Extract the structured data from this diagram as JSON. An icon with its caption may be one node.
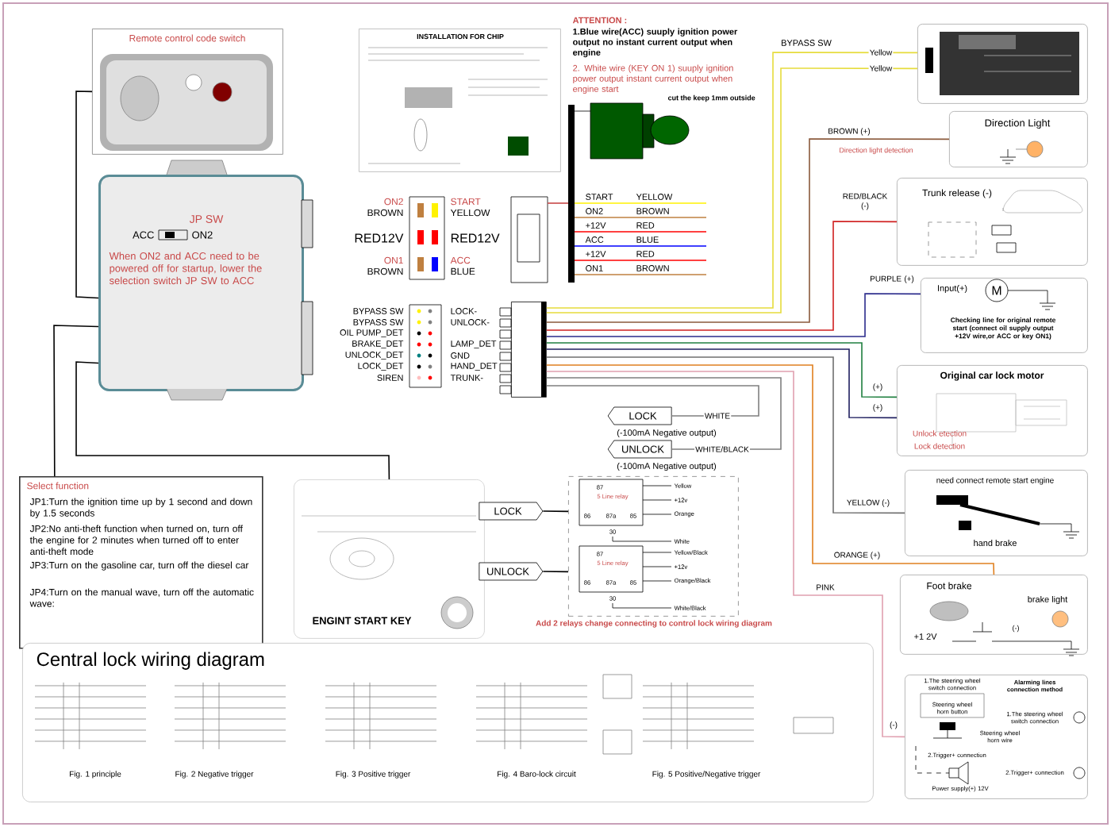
{
  "diagram": {
    "nodes": [
      {
        "text": [
          "Remote control code switch"
        ]
      },
      {
        "text": [
          "INSTALLATION FOR CHIP"
        ]
      },
      {
        "text": [],
        "shape": "picture"
      },
      {
        "text": [
          "JP SW",
          "ACC",
          "ON2",
          "When ON2 and ACC need to be powered off for startup, lower the selection switch JP SW to ACC"
        ]
      },
      {
        "text": [],
        "shape": "box"
      },
      {
        "text": [
          "Direction Light"
        ]
      },
      {
        "text": [
          "Trunk release (-)"
        ]
      },
      {
        "text": [
          "Input(+)",
          "M",
          "Checking line for original remote start (connect oil supply output +12V wire,or ACC or key ON1)"
        ]
      },
      {
        "text": [
          "Original car lock motor"
        ]
      },
      {
        "text": [
          "need connect remote start engine",
          "hand brake"
        ]
      },
      {
        "text": [
          "LOCK"
        ]
      },
      {
        "text": [
          "UNLOCK"
        ]
      },
      {
        "text": [
          "Foot brake",
          "brake light",
          "+1 2V",
          "(-)"
        ]
      },
      {
        "text": [
          "Select function",
          "JP1:Turn the ignition time up by 1 second and down by 1.5 seconds",
          "JP2:No anti-theft function when turned on, turn off the engine for 2 minutes when turned off to enter anti-theft mode",
          "JP3:Turn on the gasoline car, turn off the diesel car",
          "JP4:Turn on the manual wave, turn off the automatic wave:"
        ]
      },
      {
        "text": [
          "ENGINT START KEY"
        ]
      },
      {
        "text": [
          "LOCK"
        ]
      },
      {
        "text": [
          "UNLOCK"
        ]
      },
      {
        "text": [
          "87",
          "Yellow",
          "5 Line relay",
          "86",
          "87a",
          "85",
          "+12v",
          "Orange",
          "30",
          "White",
          "87",
          "Yellow/Black",
          "5 Line relay",
          "86",
          "87a",
          "85",
          "+12v",
          "Orange/Black",
          "30",
          "White/Black"
        ]
      },
      {
        "text": [
          "1.The steering wheel switch connection",
          "Steering wheel horn button",
          "Steering wheel horn wire",
          "2.Trigger+ connection",
          "Power supply(+) 12V",
          "Alarming lines connection method",
          "1.The steering wheel switch connection",
          "2.Trigger+ connection"
        ]
      },
      {
        "text": [
          "Central lock wiring diagram",
          "Fig. 1 principle",
          "Fig. 2 Negative trigger",
          "Fig. 3 Positive trigger",
          "Fig. 4 Baro-lock circuit",
          "Fig. 5 Positive/Negative trigger"
        ]
      }
    ],
    "edges": [
      {
        "from": 4,
        "to": 2,
        "arrow": "none",
        "label": "Yellow",
        "color": "#e6dc3c"
      },
      {
        "from": 4,
        "to": 2,
        "arrow": "none",
        "label": "Yellow",
        "color": "#e6dc3c"
      },
      {
        "from": 4,
        "to": 5,
        "arrow": "none",
        "label": "BROWN (+)",
        "color": "#8b5a3c"
      },
      {
        "from": 4,
        "to": 6,
        "arrow": "none",
        "label": "RED/BLACK (-)",
        "color": "#d02020"
      },
      {
        "from": 4,
        "to": 7,
        "arrow": "none",
        "label": "PURPLE (+)",
        "color": "#2c2c8c"
      },
      {
        "from": 4,
        "to": 8,
        "arrow": "none",
        "label": "(+)",
        "color": "#208040"
      },
      {
        "from": 4,
        "to": 8,
        "arrow": "none",
        "label": "(+)",
        "color": "#202060"
      },
      {
        "from": 4,
        "to": 9,
        "arrow": "none",
        "label": "YELLOW (-)",
        "color": "#707070"
      },
      {
        "from": 4,
        "to": 12,
        "arrow": "none",
        "label": "ORANGE (+)",
        "color": "#e08020"
      },
      {
        "from": 4,
        "to": 18,
        "arrow": "none",
        "label": "PINK",
        "color": "#e0a0b0"
      },
      {
        "from": 4,
        "to": 10,
        "arrow": "none",
        "label": "WHITE",
        "color": "#808080"
      },
      {
        "from": 4,
        "to": 11,
        "arrow": "none",
        "label": "WHITE/BLACK",
        "color": "#808080"
      },
      {
        "from": 3,
        "to": 0,
        "arrow": "none"
      },
      {
        "from": 3,
        "to": 13,
        "arrow": "none"
      },
      {
        "from": 3,
        "to": 14,
        "arrow": "none"
      },
      {
        "from": 15,
        "to": 17,
        "arrow": "none"
      },
      {
        "from": 16,
        "to": 17,
        "arrow": "none"
      }
    ],
    "labels": [
      "ATTENTION :",
      "1.Blue wire(ACC) suuply ignition power output no instant current output when engine",
      "2. White wire (KEY ON 1) suuply ignition power output instant current output when engine start",
      "cut the keep 1mm outside",
      "BYPASS SW",
      "Direction light detection",
      "ON2",
      "BROWN",
      "START",
      "YELLOW",
      "RED12V",
      "RED12V",
      "ON1",
      "BROWN",
      "ACC",
      "BLUE",
      "START",
      "YELLOW",
      "ON2",
      "BROWN",
      "+12V",
      "RED",
      "ACC",
      "BLUE",
      "+12V",
      "RED",
      "ON1",
      "BROWN",
      "BYPASS SW",
      "BYPASS SW",
      "OIL PUMP_DET",
      "BRAKE_DET",
      "UNLOCK_DET",
      "LOCK_DET",
      "SIREN",
      "LOCK-",
      "UNLOCK-",
      "LAMP_DET",
      "GND",
      "HAND_DET",
      "TRUNK-",
      "(-100mA Negative output)",
      "(-100mA Negative output)",
      "Unlock etection",
      "Lock detection",
      "(-)",
      "Add 2 relays change connecting to control lock wiring diagram"
    ]
  }
}
